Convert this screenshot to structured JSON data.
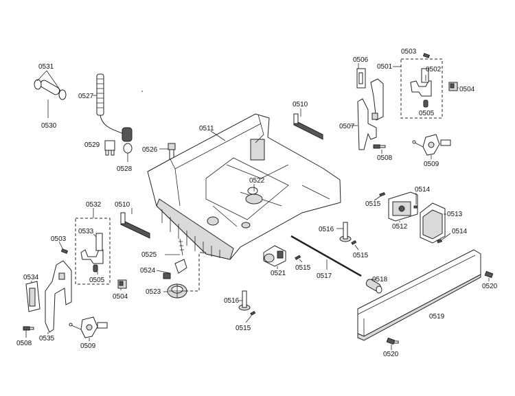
{
  "diagram": {
    "callouts": {
      "c0531": "0531",
      "c0530": "0530",
      "c0527": "0527",
      "c0529": "0529",
      "c0528": "0528",
      "c0526": "0526",
      "c0511": "0511",
      "c0510a": "0510",
      "c0522": "0522",
      "c0506": "0506",
      "c0503a": "0503",
      "c0501": "0501",
      "c0502": "0502",
      "c0504a": "0504",
      "c0505a": "0505",
      "c0507": "0507",
      "c0508a": "0508",
      "c0509a": "0509",
      "c0532": "0532",
      "c0510b": "0510",
      "c0533": "0533",
      "c0503b": "0503",
      "c0505b": "0505",
      "c0504b": "0504",
      "c0534": "0534",
      "c0535": "0535",
      "c0508b": "0508",
      "c0509b": "0509",
      "c0525": "0525",
      "c0524": "0524",
      "c0523": "0523",
      "c0516a": "0516",
      "c0515a": "0515",
      "c0516b": "0516",
      "c0515b": "0515",
      "c0521": "0521",
      "c0515c": "0515",
      "c0517": "0517",
      "c0518": "0518",
      "c0515d": "0515",
      "c0514a": "0514",
      "c0512": "0512",
      "c0513": "0513",
      "c0514b": "0514",
      "c0519": "0519",
      "c0520a": "0520",
      "c0520b": "0520"
    }
  }
}
